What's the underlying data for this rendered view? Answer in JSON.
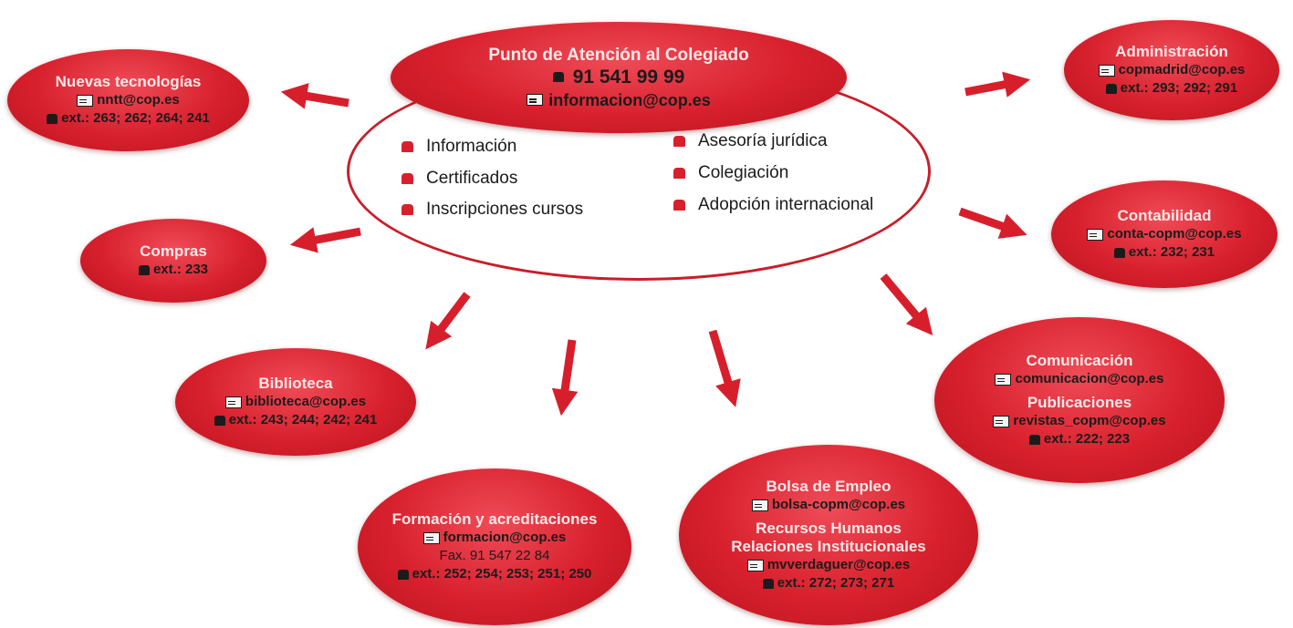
{
  "hub": {
    "title": "Punto de Atención al Colegiado",
    "phone": "91 541 99 99",
    "email": "informacion@cop.es",
    "services_left": [
      "Información",
      "Certificados",
      "Inscripciones cursos"
    ],
    "services_right": [
      "Asesoría jurídica",
      "Colegiación",
      "Adopción internacional"
    ]
  },
  "nuevas": {
    "title": "Nuevas tecnologías",
    "email": "nntt@cop.es",
    "ext": "ext.: 263; 262; 264; 241"
  },
  "compras": {
    "title": "Compras",
    "ext": "ext.: 233"
  },
  "biblioteca": {
    "title": "Biblioteca",
    "email": "biblioteca@cop.es",
    "ext": "ext.: 243; 244; 242; 241"
  },
  "formacion": {
    "title": "Formación y acreditaciones",
    "email": "formacion@cop.es",
    "fax": "Fax. 91 547 22 84",
    "ext": "ext.: 252; 254; 253; 251; 250"
  },
  "bolsa": {
    "title": "Bolsa de Empleo",
    "email": "bolsa-copm@cop.es",
    "subtitle1": "Recursos Humanos",
    "subtitle2": "Relaciones Institucionales",
    "email2": "mvverdaguer@cop.es",
    "ext": "ext.: 272; 273; 271"
  },
  "comunicacion": {
    "title": "Comunicación",
    "email": "comunicacion@cop.es",
    "subtitle": "Publicaciones",
    "email2": "revistas_copm@cop.es",
    "ext": "ext.: 222; 223"
  },
  "contabilidad": {
    "title": "Contabilidad",
    "email": "conta-copm@cop.es",
    "ext": "ext.: 232; 231"
  },
  "administracion": {
    "title": "Administración",
    "email": "copmadrid@cop.es",
    "ext": "ext.: 293; 292; 291"
  },
  "colors": {
    "red": "#d8202d",
    "ring": "#c91e2a",
    "arrow": "#d71f2c"
  }
}
